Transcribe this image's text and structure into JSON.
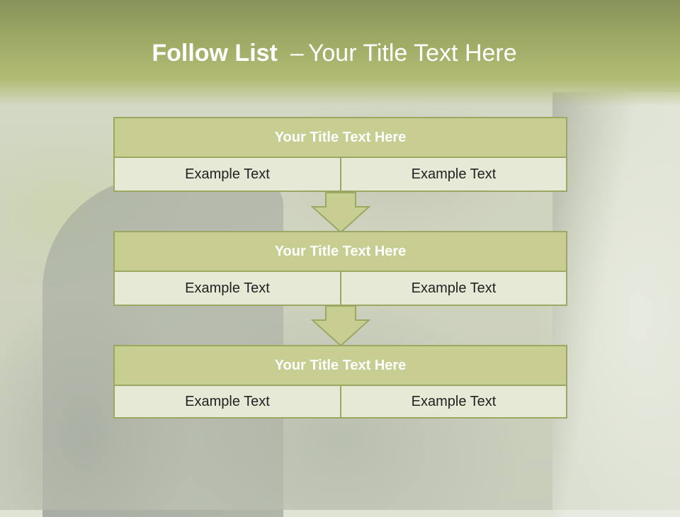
{
  "slide": {
    "title_bold": "Follow List",
    "title_dash": "–",
    "title_rest": "Your Title Text Here",
    "colors": {
      "title_band": "#9ca863",
      "box_border": "#9aa862",
      "box_header": "#c8cd92",
      "box_cell": "#e6e9d6",
      "arrow_fill": "#c8cd92"
    }
  },
  "blocks": [
    {
      "title": "Your Title Text Here",
      "left": "Example Text",
      "right": "Example Text"
    },
    {
      "title": "Your Title Text Here",
      "left": "Example Text",
      "right": "Example Text"
    },
    {
      "title": "Your Title Text Here",
      "left": "Example Text",
      "right": "Example Text"
    }
  ],
  "arrows": [
    {
      "icon": "down-arrow-icon"
    },
    {
      "icon": "down-arrow-icon"
    }
  ]
}
